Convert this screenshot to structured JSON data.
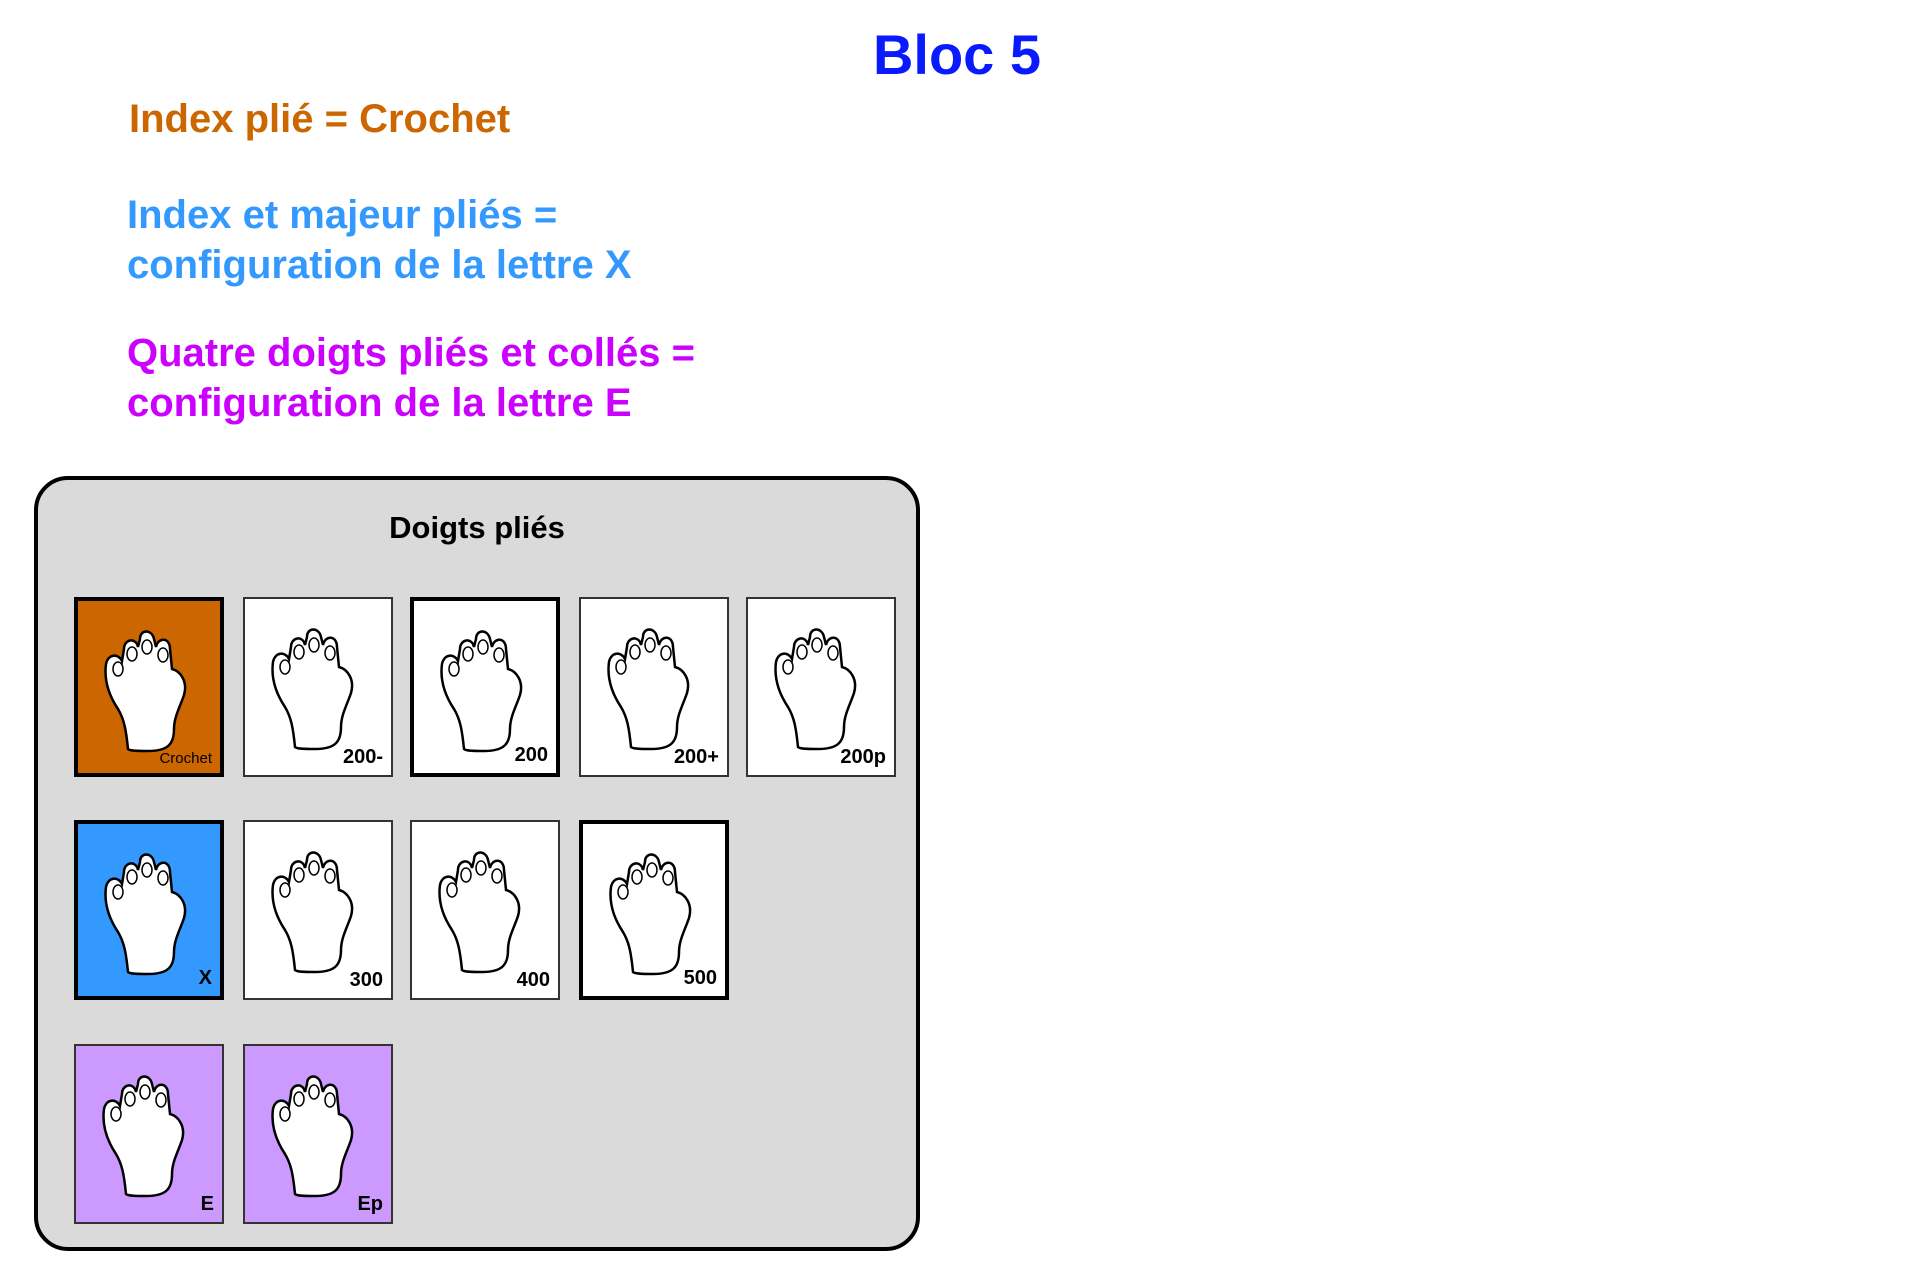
{
  "title": "Bloc 5",
  "lines": {
    "crochet": "Index plié = Crochet",
    "x_line1": "Index et majeur pliés =",
    "x_line2": "configuration de la lettre X",
    "e_line1": "Quatre doigts pliés et collés =",
    "e_line2": "configuration de la lettre E"
  },
  "panel": {
    "title": "Doigts pliés",
    "tiles": [
      {
        "label": "Crochet",
        "bg": "#cc6600"
      },
      {
        "label": "200-",
        "bg": "#ffffff"
      },
      {
        "label": "200",
        "bg": "#ffffff"
      },
      {
        "label": "200+",
        "bg": "#ffffff"
      },
      {
        "label": "200p",
        "bg": "#ffffff"
      },
      {
        "label": "X",
        "bg": "#3399ff"
      },
      {
        "label": "300",
        "bg": "#ffffff"
      },
      {
        "label": "400",
        "bg": "#ffffff"
      },
      {
        "label": "500",
        "bg": "#ffffff"
      },
      {
        "label": "E",
        "bg": "#cc99ff"
      },
      {
        "label": "Ep",
        "bg": "#cc99ff"
      }
    ]
  },
  "colors": {
    "title": "#0a1aff",
    "crochet": "#cc6600",
    "x": "#3399ff",
    "e": "#cc00ff",
    "panel": "#dadada"
  }
}
